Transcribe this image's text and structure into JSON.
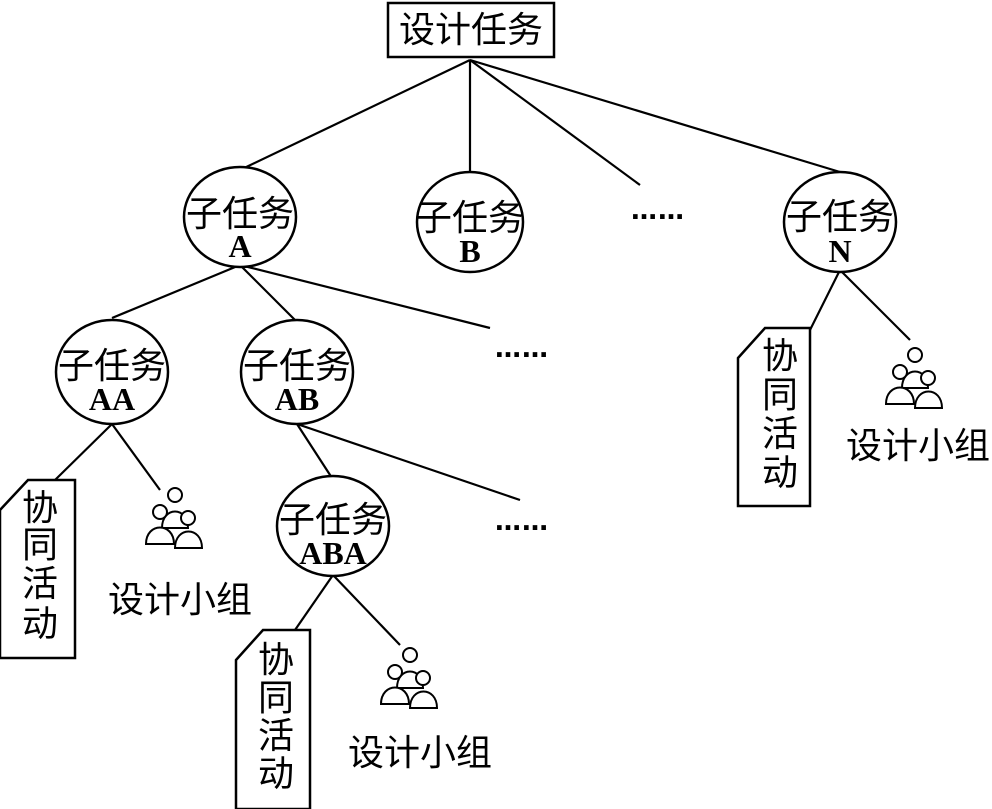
{
  "root": {
    "label": "设计任务"
  },
  "nodes": {
    "A": {
      "line1": "子任务",
      "line2": "A"
    },
    "B": {
      "line1": "子任务",
      "line2": "B"
    },
    "N": {
      "line1": "子任务",
      "line2": "N"
    },
    "AA": {
      "line1": "子任务",
      "line2": "AA"
    },
    "AB": {
      "line1": "子任务",
      "line2": "AB"
    },
    "ABA": {
      "line1": "子任务",
      "line2": "ABA"
    }
  },
  "ellipsis": "……",
  "collab": {
    "chars": [
      "协",
      "同",
      "活",
      "动"
    ]
  },
  "group": {
    "label": "设计小组",
    "icon": "people-group-icon"
  }
}
